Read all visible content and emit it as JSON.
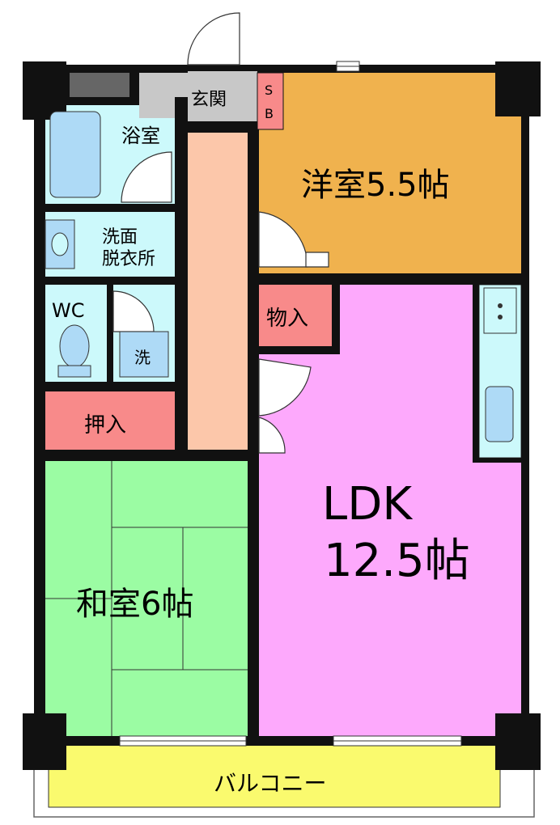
{
  "rooms": {
    "entrance": "玄関",
    "shoebox_line1": "S",
    "shoebox_line2": "B",
    "bath": "浴室",
    "washroom_line1": "洗面",
    "washroom_line2": "脱衣所",
    "wc": "WC",
    "washer": "洗",
    "closet_left": "押入",
    "storage": "物入",
    "western_room": "洋室5.5帖",
    "ldk_line1": "LDK",
    "ldk_line2": "12.5帖",
    "japanese_room": "和室6帖",
    "balcony": "バルコニー"
  },
  "colors": {
    "western_room": "#F0B24E",
    "ldk": "#FDA9FC",
    "japanese_room": "#9BFCA3",
    "hallway": "#FCC7AA",
    "closet": "#F88A8A",
    "wet_area": "#CCF9FB",
    "balcony": "#FAFA6E",
    "wall": "#111111",
    "fixture": "#AEDAF6",
    "entrance": "#C8C8C8"
  }
}
